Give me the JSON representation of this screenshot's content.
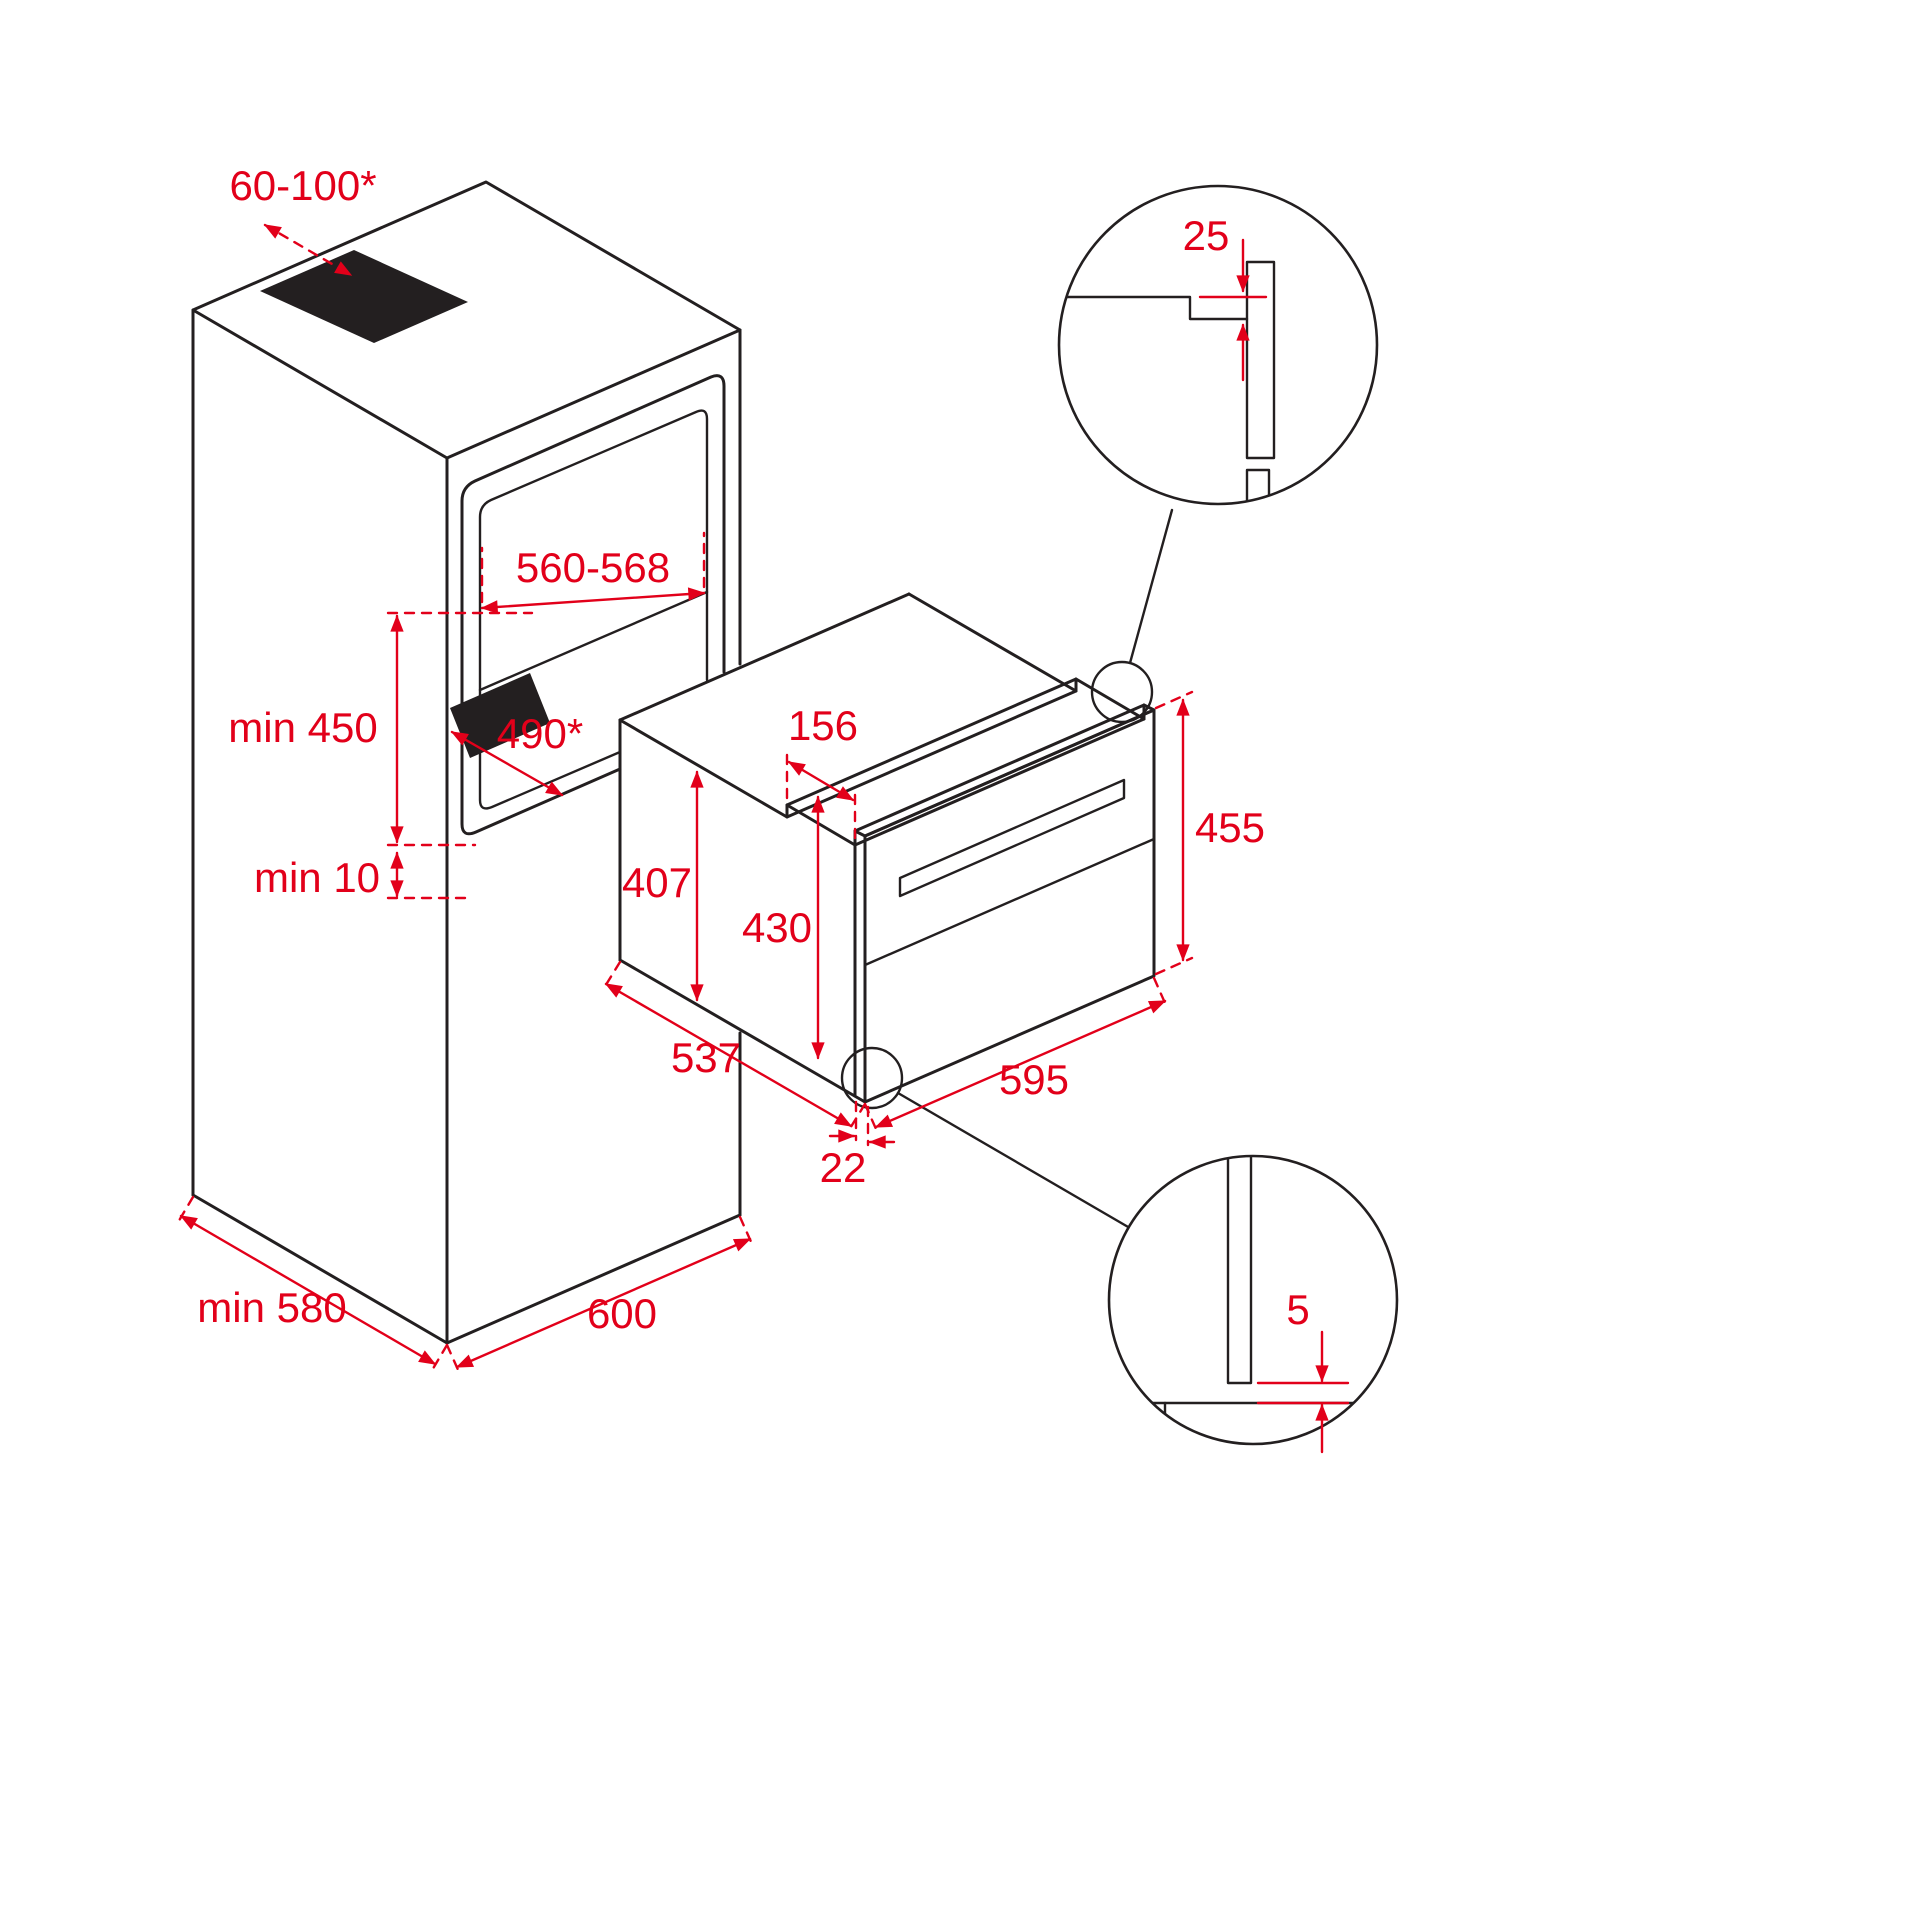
{
  "colors": {
    "line": "#231f20",
    "dimension": "#e2001a",
    "background": "#ffffff"
  },
  "cabinet": {
    "top_vent": "60-100*",
    "niche_width": "560-568",
    "niche_height": "min 450",
    "niche_vent": "490*",
    "clearance_bottom": "min 10",
    "depth": "min 580",
    "width": "600"
  },
  "oven": {
    "top_frame_depth": "156",
    "rear_height": "407",
    "front_height": "430",
    "facade_height": "455",
    "depth": "537",
    "width": "595",
    "frame_thickness": "22"
  },
  "details": {
    "top_overlap": "25",
    "bottom_gap": "5"
  }
}
